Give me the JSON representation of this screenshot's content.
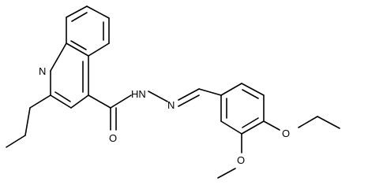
{
  "structure": {
    "atoms": {
      "N_quinoline": "N",
      "O_carbonyl": "O",
      "NH_hydrazide": "HN",
      "N_imine": "N",
      "O_ethoxy": "O",
      "O_methoxy": "O"
    }
  }
}
